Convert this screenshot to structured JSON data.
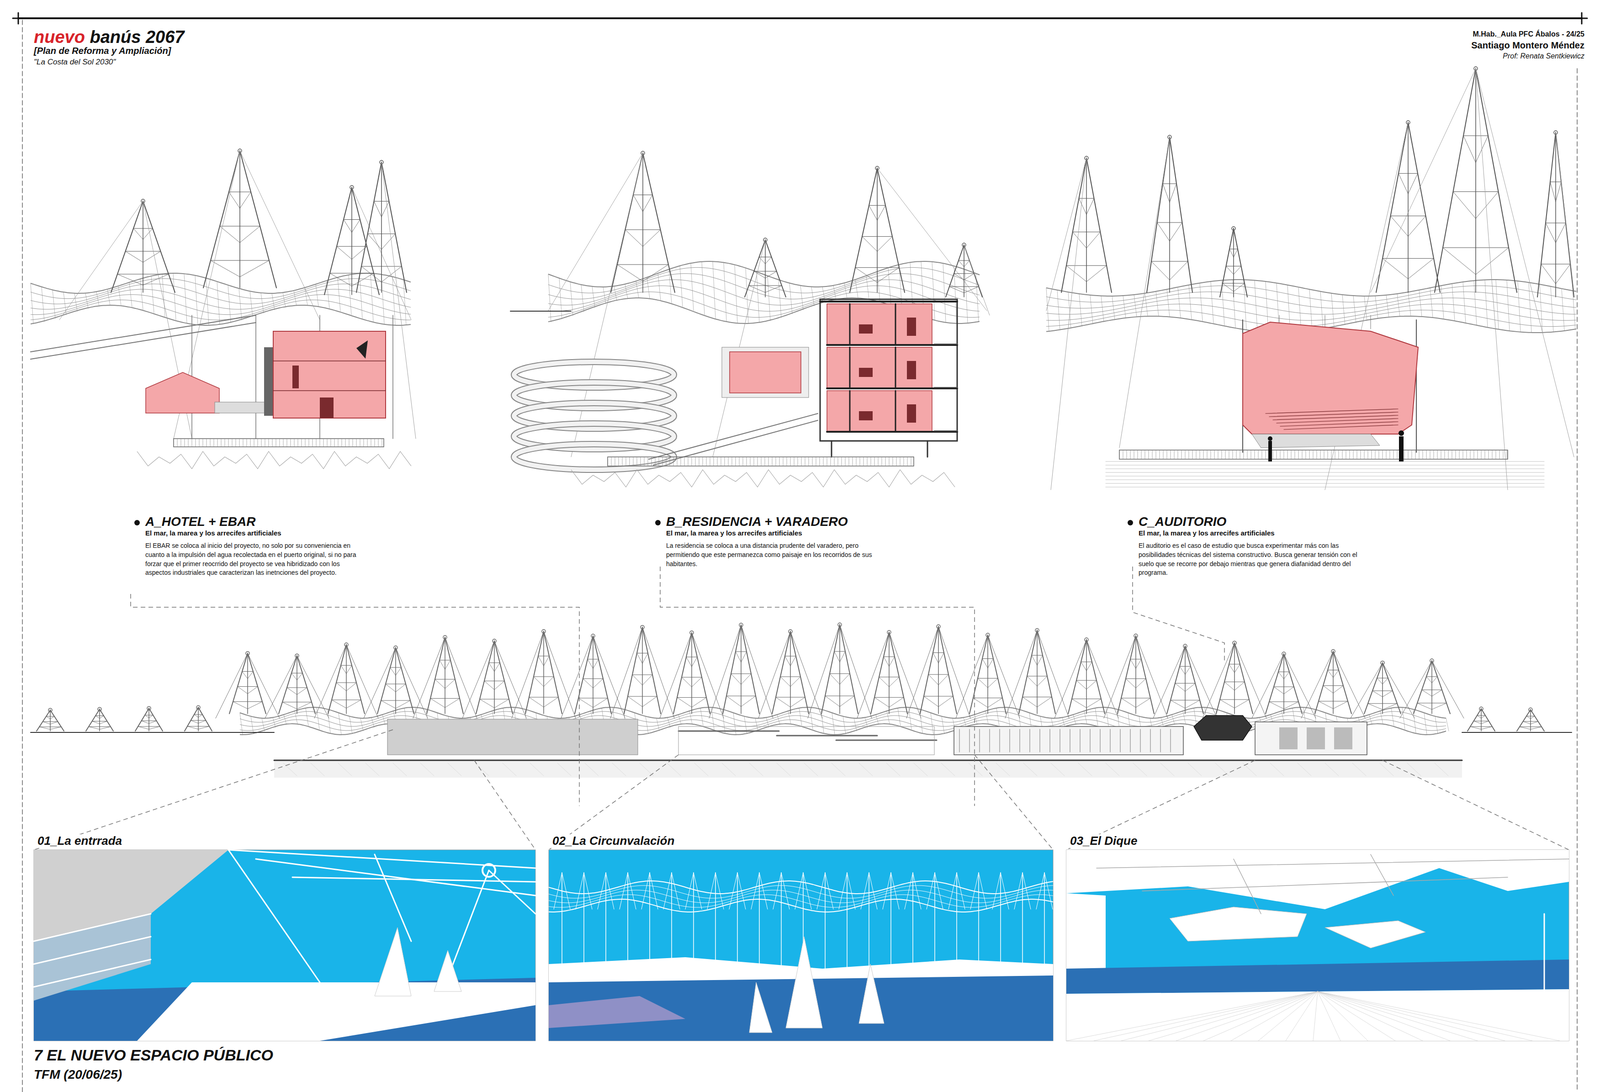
{
  "diagram": {
    "title": "nuevo banús 2067",
    "nodes": [
      {
        "text": [
          "A_HOTEL + EBAR",
          "El mar, la marea y los arrecifes artificiales",
          "El EBAR se coloca al inicio del proyecto, no solo por su conveniencia en cuanto a la impulsión del agua recolectada en el puerto original, si no para forzar que el primer reocrrido del proyecto se vea hibridizado con los aspectos industriales que caracterizan las inetnciones del proyecto."
        ]
      },
      {
        "text": [
          "B_RESIDENCIA + VARADERO",
          "El mar, la marea y los arrecifes artificiales",
          "La residencia se coloca a una distancia prudente del varadero, pero permitiendo que este permanezca como paisaje en los recorridos de sus habitantes."
        ]
      },
      {
        "text": [
          "C_AUDITORIO",
          "El mar, la marea y los arrecifes artificiales",
          "El auditorio es el caso de estudio que busca experimentar más con las posibilidades técnicas del sistema constructivo. Busca generar tensión con el suelo que se recorre por debajo mientras que genera diafanidad dentro del programa."
        ]
      },
      {
        "text": [
          "01_La entrrada"
        ]
      },
      {
        "text": [
          "02_La Circunvalación"
        ]
      },
      {
        "text": [
          "03_El Dique"
        ]
      }
    ],
    "labels": [
      "[Plan de Reforma y Ampliación]",
      "\"La Costa del Sol 2030\"",
      "M.Hab._Aula PFC Ábalos - 24/25",
      "Santiago Montero Méndez",
      "Prof: Renata Sentkiewicz",
      "7 EL NUEVO ESPACIO PÚBLICO",
      "TFM (20/06/25)"
    ]
  }
}
